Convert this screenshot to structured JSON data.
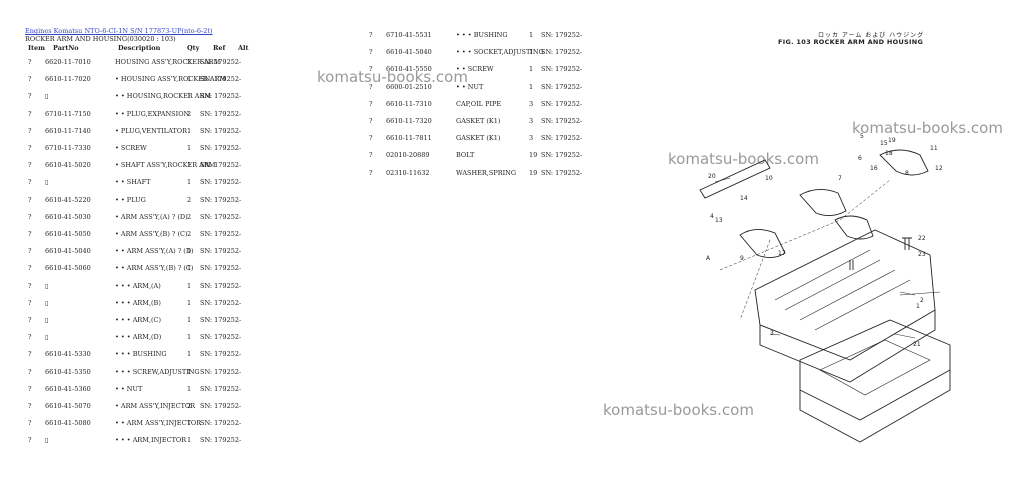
{
  "header": {
    "link": "Engines Komatsu NTO-6-CI-1N S/N 177873-UP(nto-6-2t)",
    "subtitle": "ROCKER ARM AND HOUSING(030020 : 103)"
  },
  "columns": {
    "item": "Item",
    "partno": "PartNo",
    "description": "Description",
    "qty": "Qty",
    "ref": "Ref",
    "alt": "Alt"
  },
  "left_rows": [
    {
      "item": "?",
      "partno": "6620-11-7010",
      "desc": "HOUSING ASS'Y,ROCKER ARM",
      "qty": "3",
      "sn": "SN: 179252-"
    },
    {
      "item": "?",
      "partno": "6610-11-7020",
      "desc": "• HOUSING ASS'Y,ROCKER ARM",
      "qty": "1",
      "sn": "SN: 179252-"
    },
    {
      "item": "?",
      "partno": "▯",
      "desc": "• • HOUSING,ROCKER ARM",
      "qty": "1",
      "sn": "SN: 179252-"
    },
    {
      "item": "?",
      "partno": "6710-11-7150",
      "desc": "• • PLUG,EXPANSION",
      "qty": "2",
      "sn": "SN: 179252-"
    },
    {
      "item": "?",
      "partno": "6610-11-7140",
      "desc": "• PLUG,VENTILATOR",
      "qty": "1",
      "sn": "SN: 179252-"
    },
    {
      "item": "?",
      "partno": "6710-11-7330",
      "desc": "• SCREW",
      "qty": "1",
      "sn": "SN: 179252-"
    },
    {
      "item": "?",
      "partno": "6610-41-5020",
      "desc": "• SHAFT ASS'Y,ROCKER ARM",
      "qty": "1",
      "sn": "SN: 179252-"
    },
    {
      "item": "?",
      "partno": "▯",
      "desc": "• • SHAFT",
      "qty": "1",
      "sn": "SN: 179252-"
    },
    {
      "item": "?",
      "partno": "6610-41-5220",
      "desc": "• • PLUG",
      "qty": "2",
      "sn": "SN: 179252-"
    },
    {
      "item": "?",
      "partno": "6610-41-5030",
      "desc": "• ARM ASS'Y,(A) ? (D)",
      "qty": "2",
      "sn": "SN: 179252-"
    },
    {
      "item": "?",
      "partno": "6610-41-5050",
      "desc": "• ARM ASS'Y,(B) ? (C)",
      "qty": "2",
      "sn": "SN: 179252-"
    },
    {
      "item": "?",
      "partno": "6610-41-5040",
      "desc": "• • ARM ASS'Y,(A) ? (D)",
      "qty": "1",
      "sn": "SN: 179252-"
    },
    {
      "item": "?",
      "partno": "6610-41-5060",
      "desc": "• • ARM ASS'Y,(B) ? (C)",
      "qty": "1",
      "sn": "SN: 179252-"
    },
    {
      "item": "?",
      "partno": "▯",
      "desc": "• • • ARM,(A)",
      "qty": "1",
      "sn": "SN: 179252-"
    },
    {
      "item": "?",
      "partno": "▯",
      "desc": "• • • ARM,(B)",
      "qty": "1",
      "sn": "SN: 179252-"
    },
    {
      "item": "?",
      "partno": "▯",
      "desc": "• • • ARM,(C)",
      "qty": "1",
      "sn": "SN: 179252-"
    },
    {
      "item": "?",
      "partno": "▯",
      "desc": "• • • ARM,(D)",
      "qty": "1",
      "sn": "SN: 179252-"
    },
    {
      "item": "?",
      "partno": "6610-41-5330",
      "desc": "• • • BUSHING",
      "qty": "1",
      "sn": "SN: 179252-"
    },
    {
      "item": "?",
      "partno": "6610-41-5350",
      "desc": "• • • SCREW,ADJUSTING",
      "qty": "1",
      "sn": "SN: 179252-"
    },
    {
      "item": "?",
      "partno": "6610-41-5360",
      "desc": "• • NUT",
      "qty": "1",
      "sn": "SN: 179252-"
    },
    {
      "item": "?",
      "partno": "6610-41-5070",
      "desc": "• ARM ASS'Y,INJECTOR",
      "qty": "2",
      "sn": "SN: 179252-"
    },
    {
      "item": "?",
      "partno": "6610-41-5080",
      "desc": "• • ARM ASS'Y,INJECTOR",
      "qty": "1",
      "sn": "SN: 179252-"
    },
    {
      "item": "?",
      "partno": "▯",
      "desc": "• • • ARM,INJECTOR",
      "qty": "1",
      "sn": "SN: 179252-"
    }
  ],
  "right_rows": [
    {
      "item": "?",
      "partno": "6710-41-5531",
      "desc": "• • • BUSHING",
      "qty": "1",
      "sn": "SN: 179252-"
    },
    {
      "item": "?",
      "partno": "6610-41-5040",
      "desc": "• • • SOCKET,ADJUSTING",
      "qty": "1",
      "sn": "SN: 179252-"
    },
    {
      "item": "?",
      "partno": "6610-41-5550",
      "desc": "• • SCREW",
      "qty": "1",
      "sn": "SN: 179252-"
    },
    {
      "item": "?",
      "partno": "6600-01-2510",
      "desc": "• • NUT",
      "qty": "1",
      "sn": "SN: 179252-"
    },
    {
      "item": "?",
      "partno": "6610-11-7310",
      "desc": "CAP,OIL PIPE",
      "qty": "3",
      "sn": "SN: 179252-"
    },
    {
      "item": "?",
      "partno": "6610-11-7320",
      "desc": "GASKET (K1)",
      "qty": "3",
      "sn": "SN: 179252-"
    },
    {
      "item": "?",
      "partno": "6610-11-7811",
      "desc": "GASKET (K1)",
      "qty": "3",
      "sn": "SN: 179252-"
    },
    {
      "item": "?",
      "partno": "02010-20889",
      "desc": "BOLT",
      "qty": "19",
      "sn": "SN: 179252-"
    },
    {
      "item": "?",
      "partno": "02310-11632",
      "desc": "WASHER,SPRING",
      "qty": "19",
      "sn": "SN: 179252-"
    }
  ],
  "figure": {
    "title": "FIG. 103  ROCKER ARM AND HOUSING",
    "title_jp": "ロッカ アーム および ハウジング",
    "callouts": [
      "20",
      "10",
      "4",
      "19",
      "2",
      "5",
      "18",
      "1",
      "8",
      "22",
      "9",
      "23",
      "17",
      "13",
      "14",
      "A",
      "7",
      "6",
      "3",
      "21",
      "11",
      "16",
      "15",
      "12"
    ]
  },
  "watermarks": [
    "komatsu-books.com",
    "komatsu-books.com",
    "komatsu-books.com",
    "komatsu-books.com"
  ]
}
